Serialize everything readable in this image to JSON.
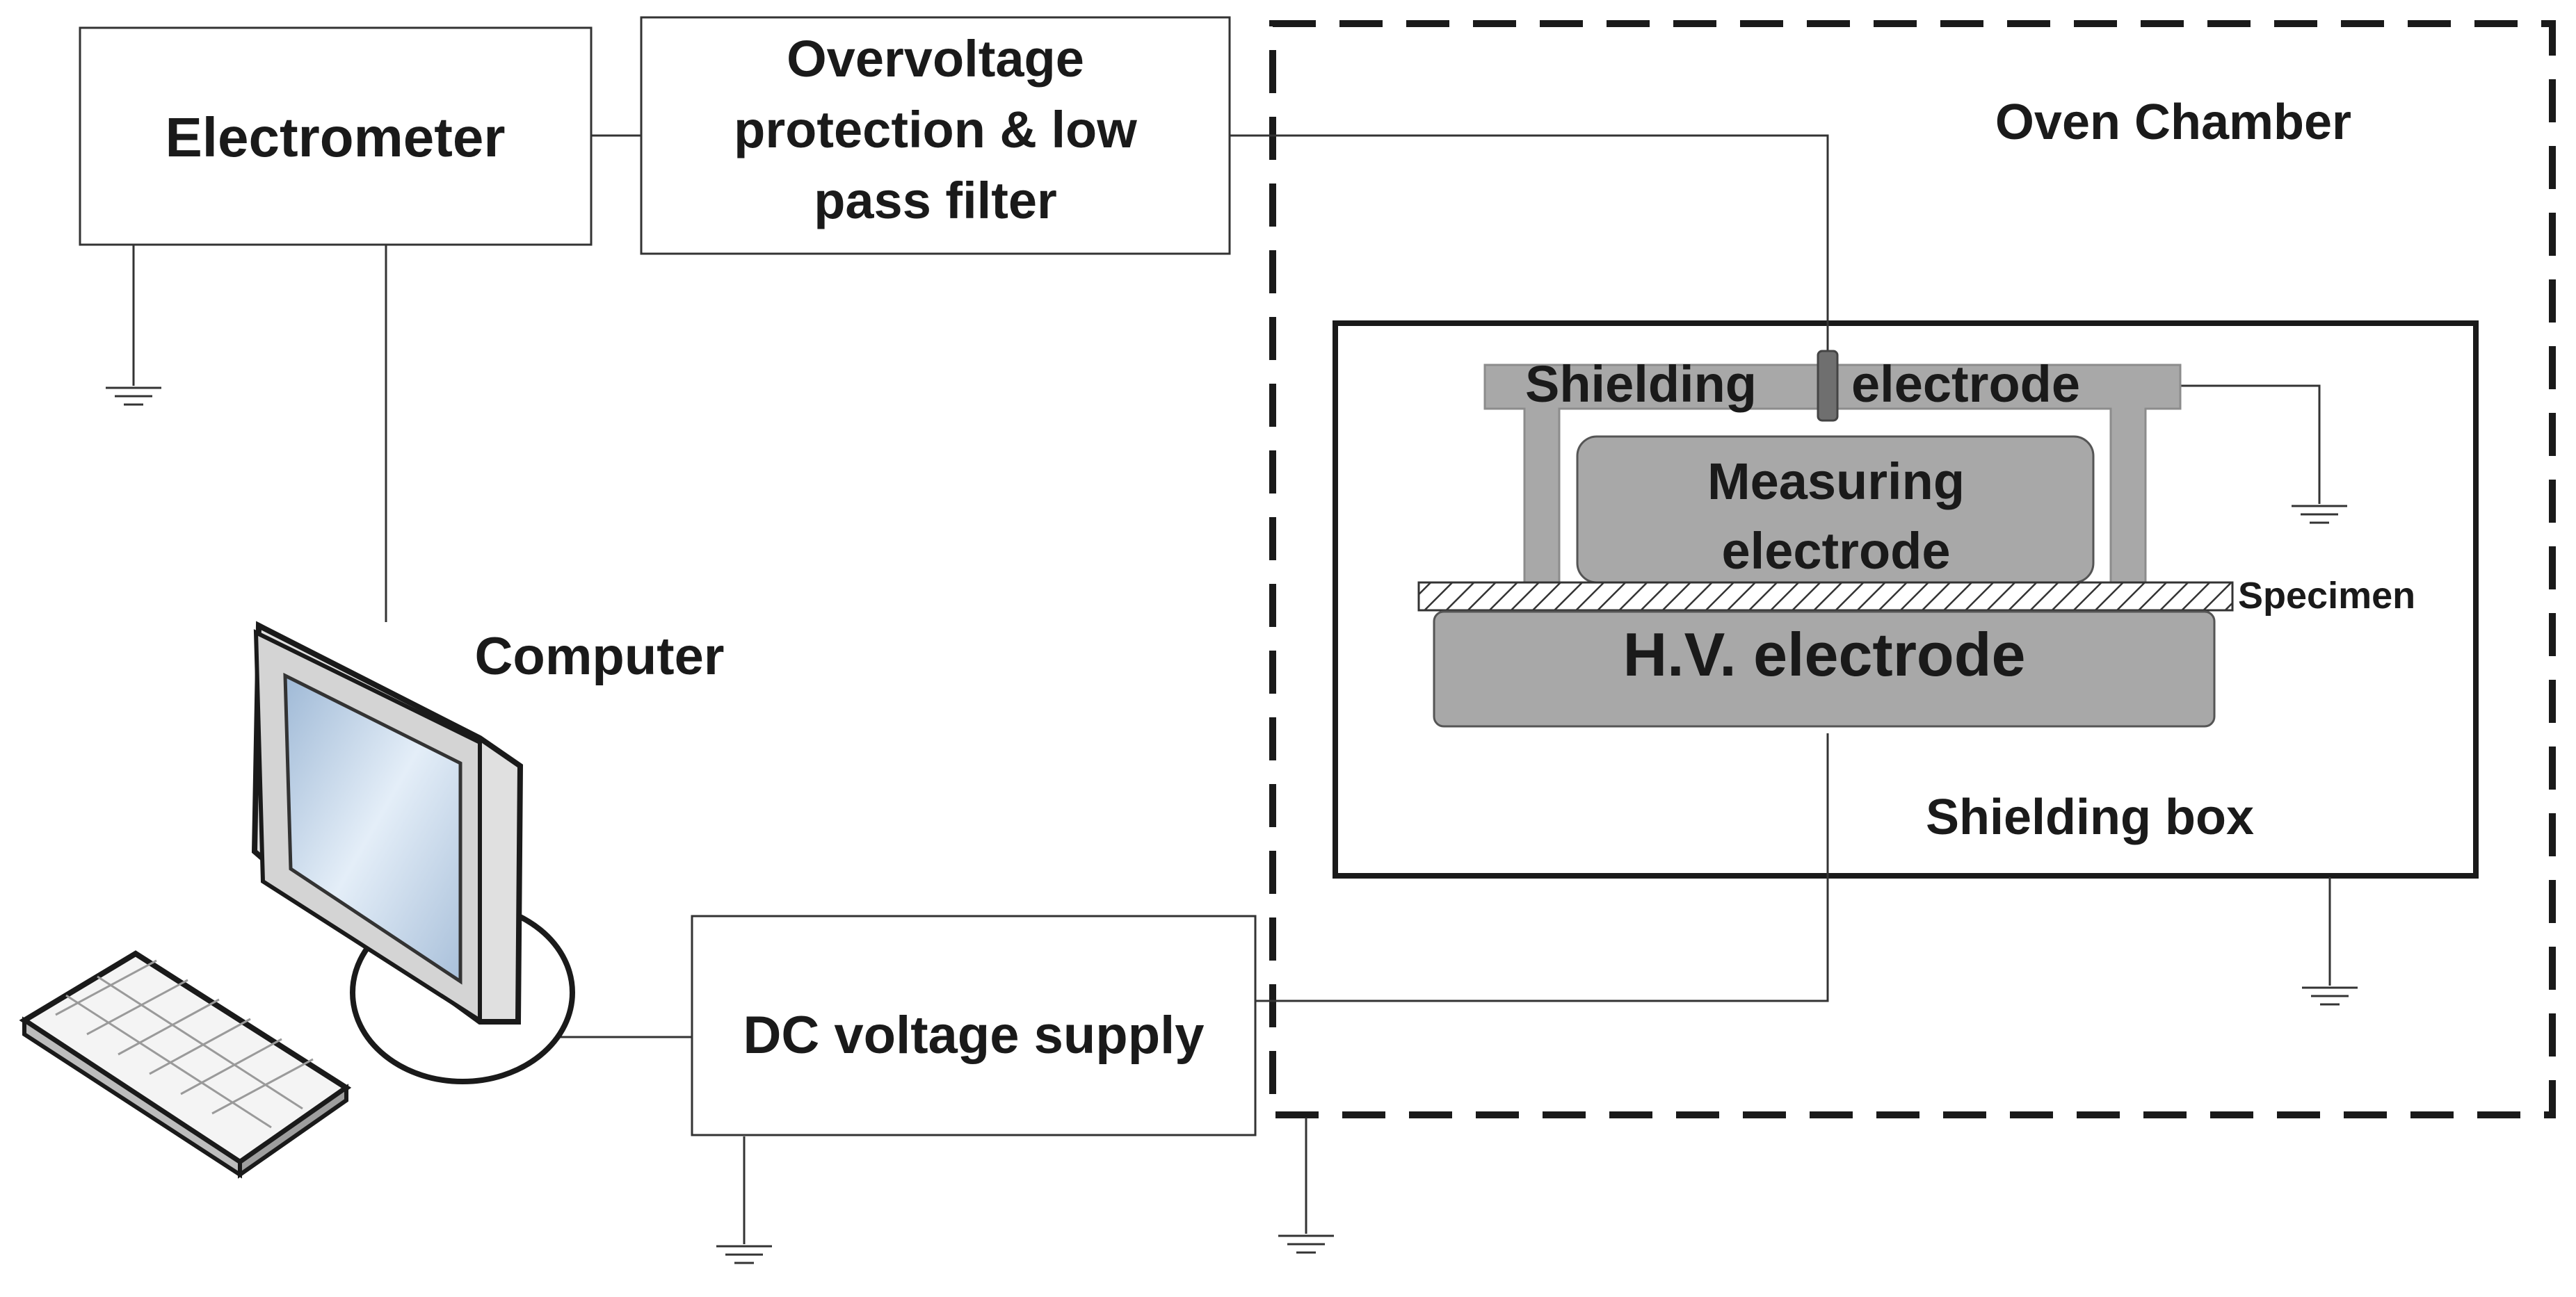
{
  "labels": {
    "electrometer": "Electrometer",
    "filter_line1": "Overvoltage",
    "filter_line2": "protection & low",
    "filter_line3": "pass filter",
    "oven_chamber": "Oven Chamber",
    "shielding_electrode_left": "Shielding",
    "shielding_electrode_right": "electrode",
    "measuring_line1": "Measuring",
    "measuring_line2": "electrode",
    "specimen": "Specimen",
    "hv_electrode": "H.V. electrode",
    "shielding_box": "Shielding box",
    "computer": "Computer",
    "dc_supply": "DC voltage supply"
  },
  "colors": {
    "line": "#333333",
    "electrode_fill": "#a8a8a8",
    "screen": "#c9d9ea"
  }
}
